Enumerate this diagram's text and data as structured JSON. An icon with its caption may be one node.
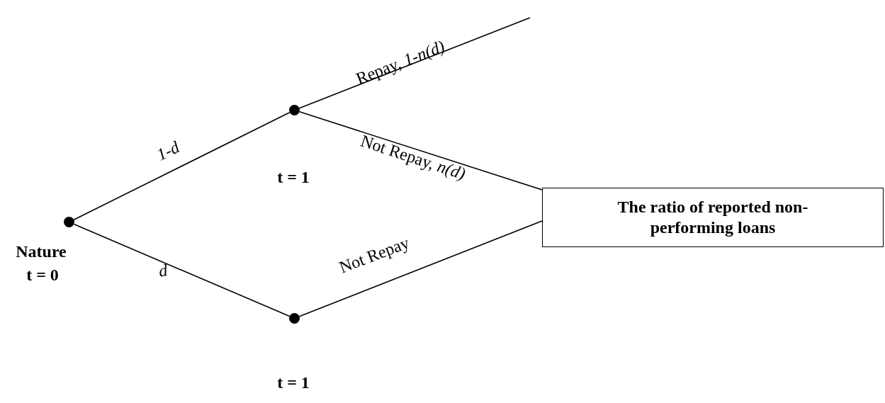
{
  "diagram": {
    "nodes": [
      {
        "text": [],
        "shape": "circle",
        "beside": [
          "Nature",
          "t = 0"
        ]
      },
      {
        "text": [],
        "shape": "circle",
        "beside": [
          "t = 1"
        ]
      },
      {
        "text": [],
        "shape": "circle",
        "beside": [
          "t = 1"
        ]
      },
      {
        "text": [
          "The ratio of reported non-performing loans"
        ]
      }
    ],
    "edges": [
      {
        "from": 0,
        "to": 1,
        "arrow": "none",
        "label": "1-d"
      },
      {
        "from": 0,
        "to": 2,
        "arrow": "none",
        "label": "d"
      },
      {
        "from": 1,
        "to": null,
        "arrow": "none",
        "label": "Repay, *1-n(d)*"
      },
      {
        "from": 1,
        "to": 3,
        "arrow": "none",
        "label": "Not Repay, *n(d)*"
      },
      {
        "from": 2,
        "to": 3,
        "arrow": "none",
        "label": "Not Repay"
      }
    ]
  }
}
